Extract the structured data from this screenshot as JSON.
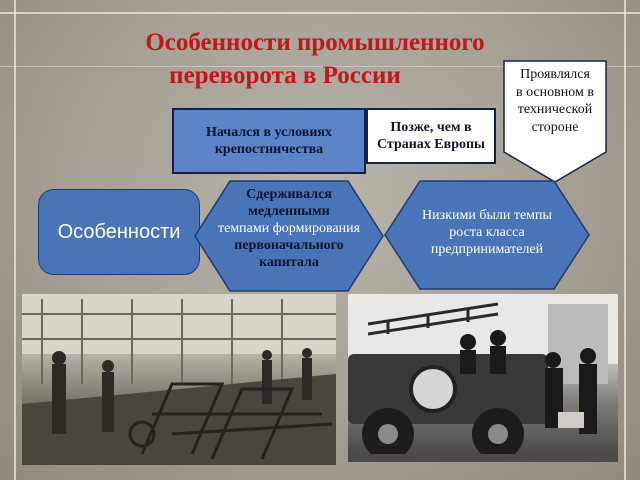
{
  "title": {
    "line1": "Особенности промышленного",
    "line2": "переворота в России"
  },
  "features": {
    "central": "Особенности",
    "serfdom": [
      "Начался в условиях",
      "крепостничества"
    ],
    "later": [
      "Позже, чем в",
      "Странах Европы"
    ],
    "technical": [
      "Проявлялся",
      "в основном в",
      "технической",
      "стороне"
    ],
    "capital": [
      "Сдерживался",
      "медленными",
      "темпами формирования",
      "первоначального",
      "капитала"
    ],
    "entrepreneurs": [
      "Низкими были темпы",
      "роста класса",
      "предпринимателей"
    ]
  },
  "colors": {
    "title": "#c0181b",
    "shape_fill": "#4a74b8",
    "shape_border": "#1f3a73"
  }
}
